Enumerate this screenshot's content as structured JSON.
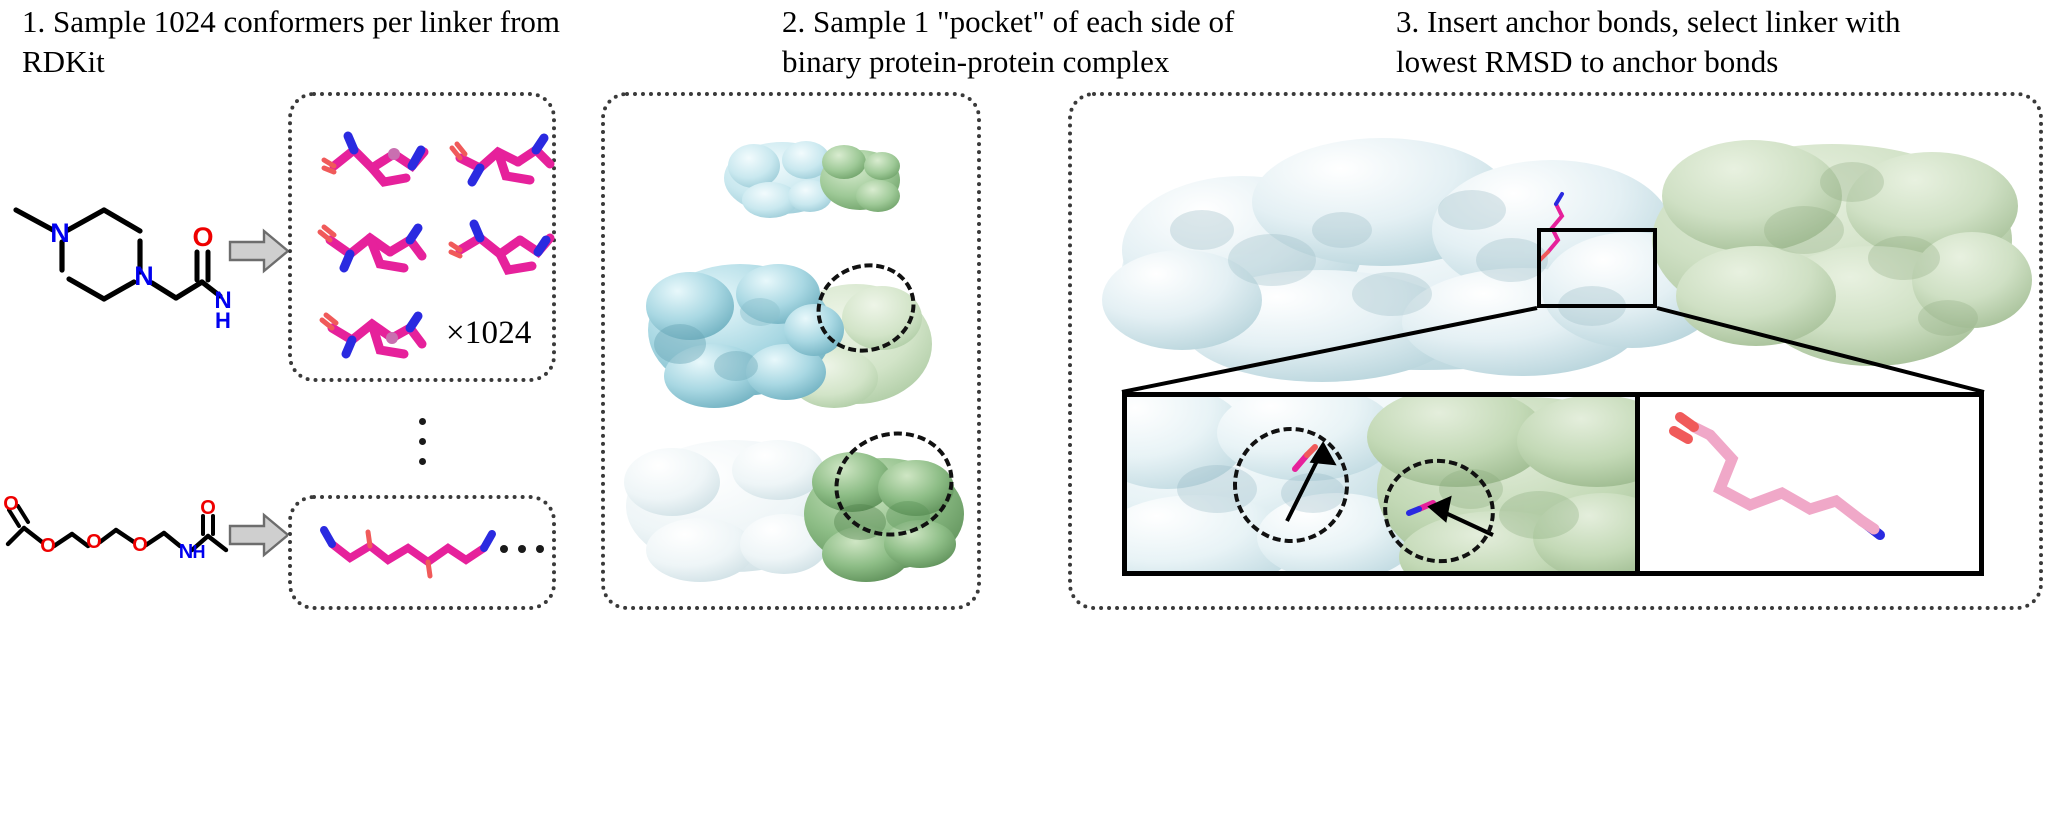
{
  "figure": {
    "type": "workflow-diagram",
    "caption": "Three-step pipeline for linker conformer sampling and protein-protein complex anchoring"
  },
  "panels": [
    {
      "index": "1",
      "title": "1. Sample 1024 conformers per linker from RDKit",
      "multiplier_label": "×1024",
      "ellipsis_vertical": "⋮",
      "ellipsis_horizontal": "…",
      "arrow_label": "process-arrow",
      "molecules": [
        {
          "name": "N-methylpiperazine acetamide linker",
          "atom_labels": [
            "N",
            "N",
            "O",
            "N",
            "H"
          ],
          "colors": {
            "nitrogen": "#0000ee",
            "oxygen": "#ee0000",
            "bond": "#000000"
          }
        },
        {
          "name": "PEG3 diacetamide linker",
          "atom_labels": [
            "O",
            "O",
            "O",
            "O",
            "N",
            "H",
            "O"
          ],
          "colors": {
            "oxygen": "#ee0000",
            "nitrogen": "#0000ee",
            "bond": "#000000"
          }
        }
      ],
      "conformers": {
        "count_shown": 5,
        "stick_colors": {
          "carbon": "#e6219b",
          "nitrogen": "#2a2ae0",
          "oxygen": "#f05a5a"
        }
      }
    },
    {
      "index": "2",
      "title": "2. Sample 1 \"pocket\" of each side of binary protein-protein complex",
      "renders": [
        {
          "name": "complex-overview-small",
          "chains": [
            "cyan",
            "green"
          ]
        },
        {
          "name": "complex-pocket-highlight",
          "chains": [
            "cyan",
            "pale-green"
          ]
        },
        {
          "name": "complex-pocket-green",
          "chains": [
            "white",
            "green"
          ]
        }
      ],
      "annotations": [
        {
          "name": "pocket-ellipse-upper",
          "style": "dashed-ellipse"
        },
        {
          "name": "pocket-ellipse-lower",
          "style": "dashed-ellipse"
        }
      ],
      "colors": {
        "chain_a": "#c9e8ef",
        "chain_a_dark": "#96ccd8",
        "chain_b": "#8dbd86",
        "chain_b_light": "#d6e8cf",
        "chain_white": "#eef4f6"
      }
    },
    {
      "index": "3",
      "title": "3. Insert anchor bonds, select linker with lowest RMSD to anchor bonds",
      "overview": {
        "name": "protein-complex-surface",
        "chains": [
          "light-cyan",
          "pale-green"
        ]
      },
      "zoom_frame": {
        "name": "zoom-region-box"
      },
      "inset_left": {
        "name": "anchor-bond-pocket-view",
        "annotations": [
          "dashed-ellipse-left",
          "dashed-ellipse-right",
          "anchor-arrow-up",
          "anchor-arrow-down"
        ]
      },
      "inset_right": {
        "name": "selected-linker-conformer",
        "stick_color": "#f0a8c8"
      },
      "colors": {
        "surface_cyan": "#e4f0f4",
        "surface_green": "#cfe0c4",
        "linker_pink": "#f0a8c8",
        "anchor_magenta": "#e6219b"
      }
    }
  ]
}
